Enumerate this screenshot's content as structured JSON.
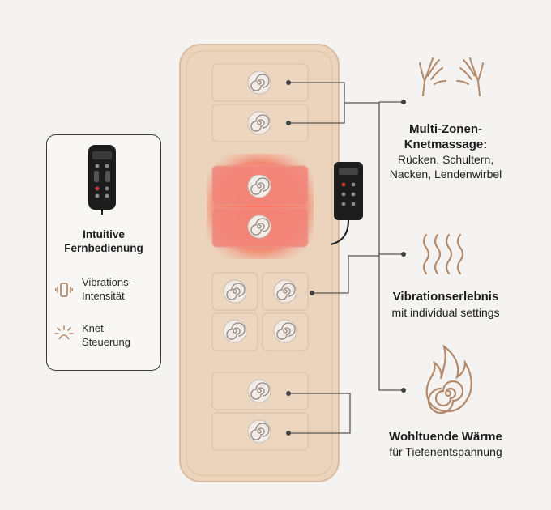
{
  "remote_card": {
    "title_line1": "Intuitive",
    "title_line2": "Fernbedienung",
    "features": [
      {
        "icon": "vibration-icon",
        "line1": "Vibrations-",
        "line2": "Intensität"
      },
      {
        "icon": "knead-icon",
        "line1": "Knet-",
        "line2": "Steuerung"
      }
    ]
  },
  "callouts": [
    {
      "icon": "hands-icon",
      "title_line1": "Multi-Zonen-",
      "title_line2": "Knetmassage:",
      "sub_line1": "Rücken, Schultern,",
      "sub_line2": "Nacken, Lendenwirbel"
    },
    {
      "icon": "wavy-lines-icon",
      "title_line1": "Vibrationserlebnis",
      "sub_line1": "mit individual settings"
    },
    {
      "icon": "flame-spiral-icon",
      "title_line1": "Wohltuende Wärme",
      "sub_line1": "für Tiefenentspannung"
    }
  ],
  "colors": {
    "mat": "#ecd4bd",
    "heat": "#f06a5a",
    "accent_icon": "#b58a6a",
    "outline": "#3a3a3a"
  }
}
